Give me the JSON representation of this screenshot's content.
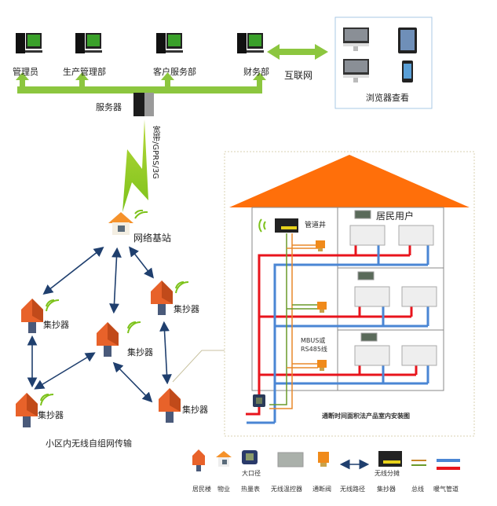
{
  "top_network": {
    "computers": [
      {
        "label": "管理员"
      },
      {
        "label": "生产管理部"
      },
      {
        "label": "客户服务部"
      },
      {
        "label": "财务部"
      }
    ],
    "server_label": "服务器",
    "internet_label": "互联网",
    "browser_panel_label": "浏览器查看",
    "link_label": "宽带/GPRS/3G"
  },
  "mesh": {
    "base_station_label": "网络基站",
    "concentrator_label": "集抄器",
    "caption": "小区内无线自组网传输"
  },
  "building": {
    "pipe_well_label": "管道井",
    "resident_label": "居民用户",
    "bus_label_1": "MBUS或",
    "bus_label_2": "RS485线",
    "caption": "通断时间面积法产品室内安装图"
  },
  "legend": {
    "items": [
      {
        "label": "居民楼",
        "icon": "residential-building-icon"
      },
      {
        "label": "物业",
        "icon": "property-office-icon"
      },
      {
        "label": "热量表",
        "sub": "大口径",
        "icon": "heat-meter-icon"
      },
      {
        "label": "无线温控器",
        "icon": "wireless-thermostat-icon"
      },
      {
        "label": "通断阀",
        "icon": "on-off-valve-icon"
      },
      {
        "label": "无线路径",
        "icon": "wireless-path-arrow-icon"
      },
      {
        "label": "集抄器",
        "sub": "无线分摊",
        "icon": "concentrator-icon"
      },
      {
        "label": "总线",
        "icon": "bus-line-icon"
      },
      {
        "label": "暖气管道",
        "icon": "heating-pipe-icon"
      }
    ]
  },
  "colors": {
    "green_bus": "#8cc63f",
    "roof": "#ff6f0a",
    "hot_pipe": "#e8141c",
    "cold_pipe": "#4a86d4",
    "arrow": "#1f3f6e",
    "panel_border": "#a9c9e4"
  }
}
